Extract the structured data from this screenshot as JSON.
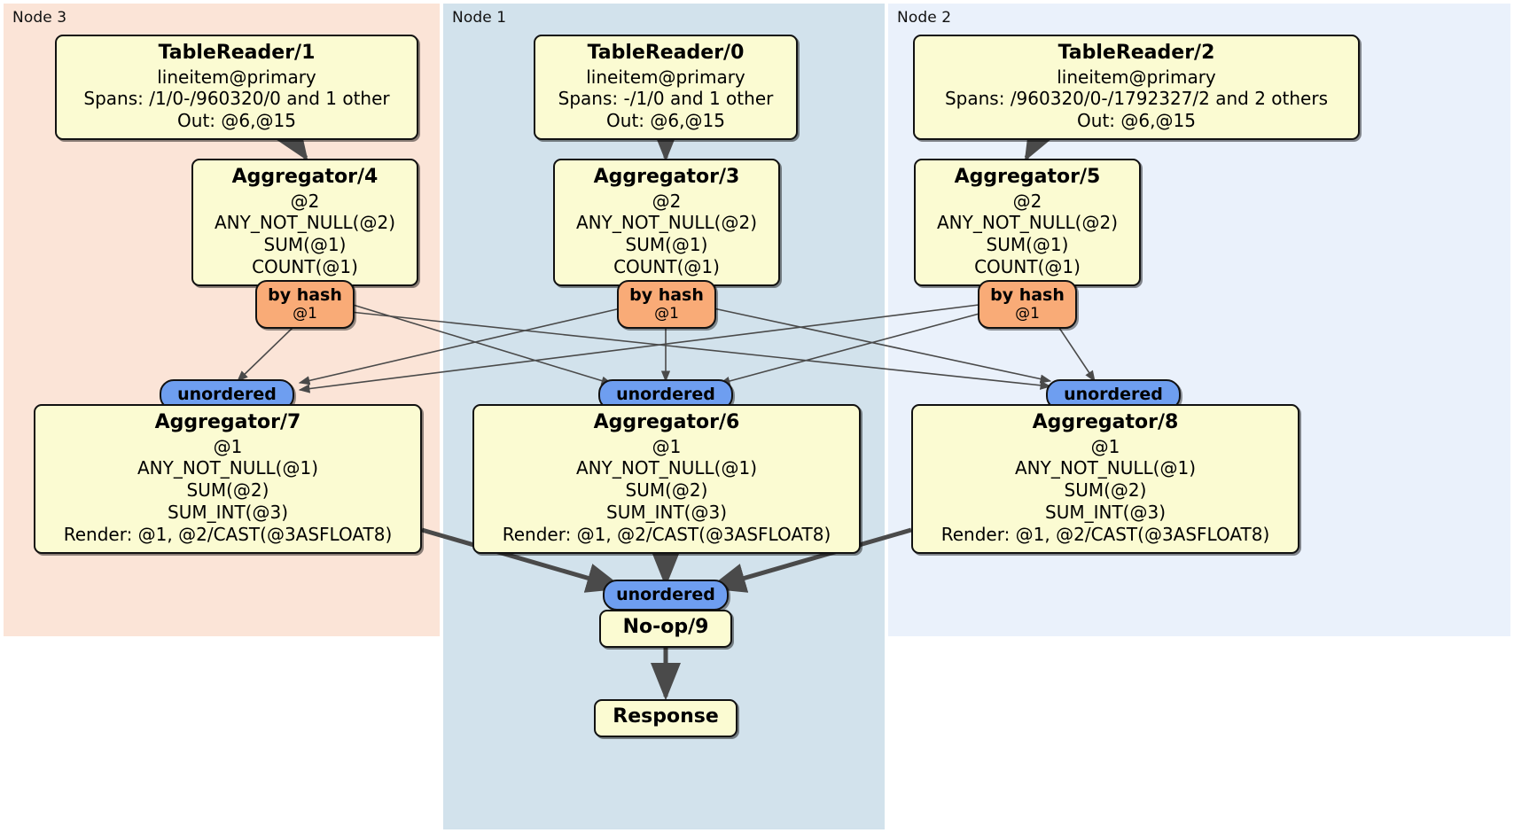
{
  "diagram": {
    "type": "distributed-query-plan",
    "colors": {
      "node3_bg": "#fbe4d7",
      "node1_bg": "#d2e2ec",
      "node2_bg": "#eaf1fb",
      "processor_bg": "#fbfbd2",
      "hash_router_bg": "#f9ab77",
      "unordered_synchronizer_bg": "#6e9ef0",
      "edge": "#4a4a4a"
    }
  },
  "regions": [
    {
      "id": "node3",
      "label": "Node 3"
    },
    {
      "id": "node1",
      "label": "Node 1"
    },
    {
      "id": "node2",
      "label": "Node 2"
    }
  ],
  "processors": {
    "tablereader1": {
      "title": "TableReader/1",
      "lines": [
        "lineitem@primary",
        "Spans: /1/0-/960320/0 and 1 other",
        "Out: @6,@15"
      ]
    },
    "tablereader0": {
      "title": "TableReader/0",
      "lines": [
        "lineitem@primary",
        "Spans: -/1/0 and 1 other",
        "Out: @6,@15"
      ]
    },
    "tablereader2": {
      "title": "TableReader/2",
      "lines": [
        "lineitem@primary",
        "Spans: /960320/0-/1792327/2 and 2 others",
        "Out: @6,@15"
      ]
    },
    "aggregator4": {
      "title": "Aggregator/4",
      "lines": [
        "@2",
        "ANY_NOT_NULL(@2)",
        "SUM(@1)",
        "COUNT(@1)"
      ]
    },
    "aggregator3": {
      "title": "Aggregator/3",
      "lines": [
        "@2",
        "ANY_NOT_NULL(@2)",
        "SUM(@1)",
        "COUNT(@1)"
      ]
    },
    "aggregator5": {
      "title": "Aggregator/5",
      "lines": [
        "@2",
        "ANY_NOT_NULL(@2)",
        "SUM(@1)",
        "COUNT(@1)"
      ]
    },
    "aggregator7": {
      "title": "Aggregator/7",
      "lines": [
        "@1",
        "ANY_NOT_NULL(@1)",
        "SUM(@2)",
        "SUM_INT(@3)",
        "Render: @1, @2/CAST(@3ASFLOAT8)"
      ]
    },
    "aggregator6": {
      "title": "Aggregator/6",
      "lines": [
        "@1",
        "ANY_NOT_NULL(@1)",
        "SUM(@2)",
        "SUM_INT(@3)",
        "Render: @1, @2/CAST(@3ASFLOAT8)"
      ]
    },
    "aggregator8": {
      "title": "Aggregator/8",
      "lines": [
        "@1",
        "ANY_NOT_NULL(@1)",
        "SUM(@2)",
        "SUM_INT(@3)",
        "Render: @1, @2/CAST(@3ASFLOAT8)"
      ]
    },
    "noop9": {
      "title": "No-op/9",
      "lines": []
    },
    "response": {
      "title": "Response",
      "lines": []
    }
  },
  "routers": {
    "hash4": {
      "label": "by hash",
      "sub": "@1"
    },
    "hash3": {
      "label": "by hash",
      "sub": "@1"
    },
    "hash5": {
      "label": "by hash",
      "sub": "@1"
    }
  },
  "synchronizers": {
    "sync7": {
      "label": "unordered"
    },
    "sync6": {
      "label": "unordered"
    },
    "sync8": {
      "label": "unordered"
    },
    "sync9": {
      "label": "unordered"
    }
  }
}
